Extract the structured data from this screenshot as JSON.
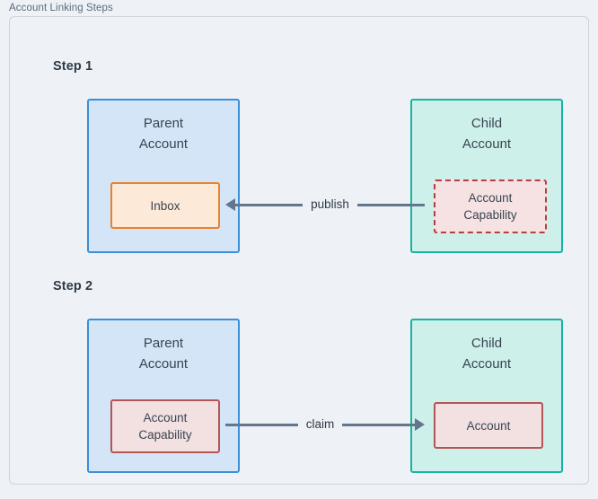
{
  "panel": {
    "title": "Account Linking Steps"
  },
  "steps": [
    {
      "label": "Step 1",
      "parent": {
        "title": "Parent\nAccount",
        "resource": "Inbox"
      },
      "child": {
        "title": "Child\nAccount",
        "resource": "Account\nCapability"
      },
      "arrow": {
        "label": "publish",
        "direction": "left"
      }
    },
    {
      "label": "Step 2",
      "parent": {
        "title": "Parent\nAccount",
        "resource": "Account\nCapability"
      },
      "child": {
        "title": "Child\nAccount",
        "resource": "Account"
      },
      "arrow": {
        "label": "claim",
        "direction": "right"
      }
    }
  ],
  "colors": {
    "background": "#eef1f5",
    "panel_border": "#ccd4dd",
    "parent_fill": "#d3e5f7",
    "parent_border": "#3b8fd8",
    "child_fill": "#cdf0ea",
    "child_border": "#17b3a3",
    "inbox_fill": "#fce9d8",
    "inbox_border": "#e8822f",
    "capability_dashed_fill": "#f6e2e2",
    "capability_dashed_border": "#b33f3f",
    "capability_solid_fill": "#f3e0e0",
    "capability_solid_border": "#b35555",
    "arrow": "#63768c",
    "text": "#394552",
    "title_text": "#5b6b7c"
  }
}
